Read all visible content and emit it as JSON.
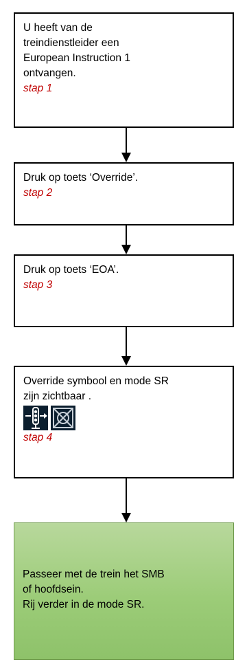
{
  "steps": [
    {
      "lines": [
        "U heeft van de",
        "treindienstleider een",
        "European Instruction 1",
        "ontvangen."
      ],
      "step_label": "stap 1"
    },
    {
      "lines": [
        "Druk op toets ‘Override’."
      ],
      "step_label": "stap 2"
    },
    {
      "lines": [
        "Druk op toets ‘EOA’."
      ],
      "step_label": "stap 3"
    },
    {
      "lines": [
        "Override symbool en mode SR",
        "zijn zichtbaar ."
      ],
      "step_label": "stap 4",
      "icons": [
        "override-signal-icon",
        "sr-mode-icon"
      ]
    }
  ],
  "final": {
    "lines": [
      "Passeer met de trein het SMB",
      "of hoofdsein.",
      "Rij verder in de mode SR."
    ]
  },
  "colors": {
    "step_label": "#c00000",
    "final_bg": "#9ccc78",
    "icon_bg": "#0b1e2e"
  }
}
